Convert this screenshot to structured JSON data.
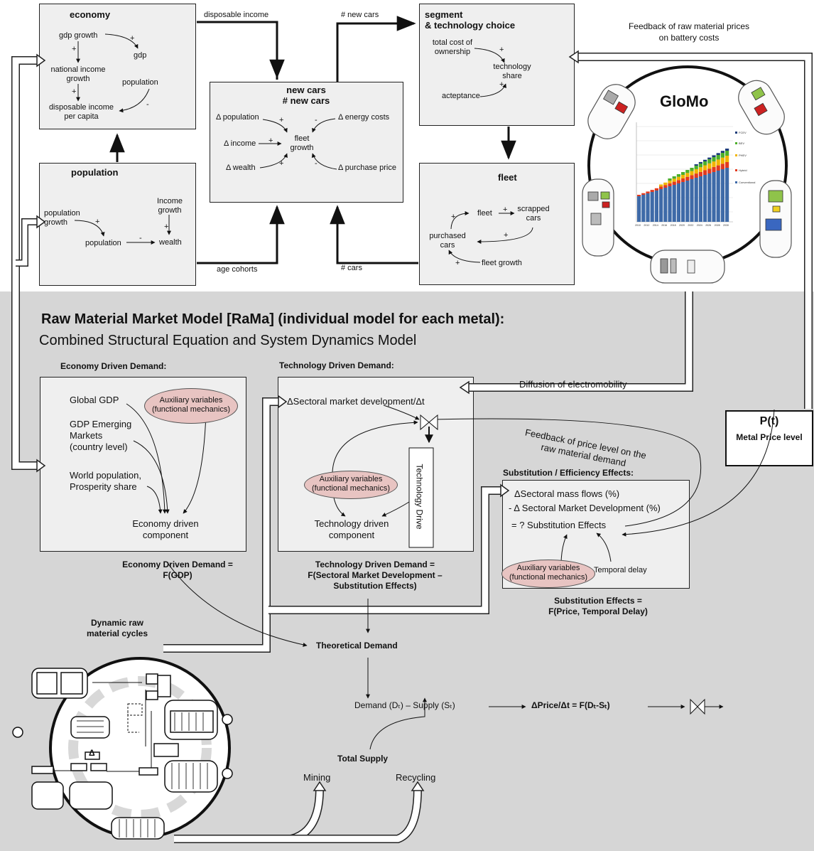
{
  "glomo": {
    "economy": {
      "title": "economy",
      "gdp_growth": "gdp growth",
      "gdp": "gdp",
      "national_income_growth": "national income\ngrowth",
      "population": "population",
      "disposable_income": "disposable income\nper capita"
    },
    "population": {
      "title": "population",
      "population_growth": "population\ngrowth",
      "income_growth": "Income\ngrowth",
      "population": "population",
      "wealth": "wealth"
    },
    "newcars": {
      "title": "new cars\n# new cars",
      "d_population": "Δ population",
      "d_energy": "Δ energy costs",
      "d_income": "Δ  income",
      "fleet_growth": "fleet\ngrowth",
      "d_wealth": "Δ wealth",
      "d_purchase": "Δ purchase price"
    },
    "segment": {
      "title": "segment\n& technology choice",
      "tco": "total cost of\nownership",
      "tech_share": "technology\nshare",
      "acceptance": "acteptance"
    },
    "fleet": {
      "title": "fleet",
      "fleet": "fleet",
      "scrapped": "scrapped\ncars",
      "purchased": "purchased\ncars",
      "fleet_growth": "fleet growth"
    },
    "links": {
      "disposable_income": "disposable income",
      "new_cars": "# new cars",
      "age_cohorts": "age cohorts",
      "cars": "# cars",
      "feedback_battery": "Feedback of raw material prices\non battery costs"
    },
    "signs": {
      "plus": "+",
      "minus": "-"
    },
    "glomo_label": "GloMo",
    "mini_chart": {
      "years": [
        "2010",
        "2012",
        "2014",
        "2016",
        "2018",
        "2020",
        "2022",
        "2024",
        "2026",
        "2028",
        "2030"
      ],
      "legend": [
        "FCEV",
        "BEV",
        "PHEV",
        "Hybrid",
        "Conventional"
      ]
    }
  },
  "rama": {
    "title_bold": "Raw Material Market Model [RaMa] (individual model for each metal):",
    "title_normal": "Combined Structural Equation and System Dynamics Model",
    "economy_demand": {
      "header": "Economy Driven Demand:",
      "global_gdp": "Global GDP",
      "gdp_emerging": "GDP Emerging\nMarkets\n(country level)",
      "world_pop": "World population,\nProsperity share",
      "aux": "Auxiliary variables\n(functional mechanics)",
      "component": "Economy driven\ncomponent",
      "formula": "Economy Driven Demand =\nF(GDP)"
    },
    "tech_demand": {
      "header": "Technology Driven Demand:",
      "sectoral": "ΔSectoral market development/Δt",
      "aux": "Auxiliary variables\n(functional mechanics)",
      "tech_drive": "Technology Drive",
      "component": "Technology driven\ncomponent",
      "formula": "Technology Driven Demand =\nF(Sectoral Market Development –\nSubstitution Effects)"
    },
    "substitution": {
      "header": "Substitution / Efficiency Effects:",
      "line1": "ΔSectoral mass flows (%)",
      "line2": "- Δ Sectoral Market Development (%)",
      "line3": "= ?  Substitution Effects",
      "aux": "Auxiliary variables\n(functional mechanics)",
      "delay": "Temporal delay",
      "formula": "Substitution Effects =\nF(Price, Temporal Delay)"
    },
    "diffusion": "Diffusion of electromobility",
    "feedback_price": "Feedback of price level on the\nraw material demand",
    "dynamic_cycles": "Dynamic raw\nmaterial cycles",
    "theoretical_demand": "Theoretical Demand",
    "demand_supply": "Demand (Dₜ) – Supply (Sₜ)",
    "dprice": "ΔPrice/Δt  = F(Dₜ-Sₜ)",
    "pt": "P(t)",
    "metal_price": "Metal Price level",
    "total_supply": "Total Supply",
    "mining": "Mining",
    "recycling": "Recycling",
    "delta_symbol": "Δ"
  },
  "colors": {
    "lower_bg": "#d6d6d6",
    "box_fill": "#efefef",
    "aux_fill": "#e8c4c2",
    "conventional": "#3e6aa8",
    "hybrid": "#e23a1f",
    "phev": "#f0b400",
    "bev": "#4caf2a",
    "fcev": "#1d3d7a"
  }
}
